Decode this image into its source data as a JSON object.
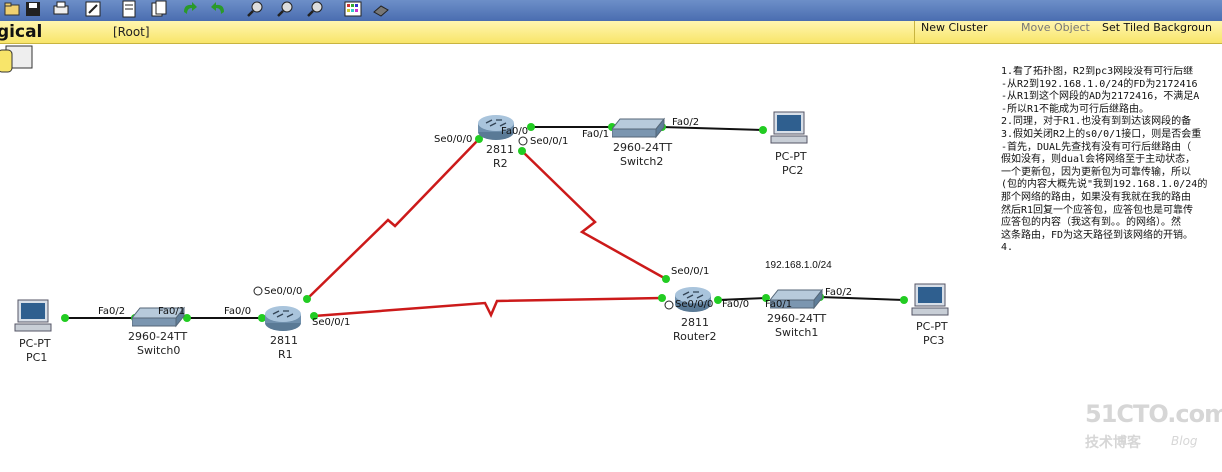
{
  "toolbar": {
    "icons": [
      "open-icon",
      "save-icon",
      "print-icon",
      "edit-icon",
      "pdu-icon",
      "copy-icon",
      "undo-icon",
      "redo-icon",
      "zoom-in-icon",
      "zoom-reset-icon",
      "zoom-out-icon",
      "palette-icon",
      "custom-device-icon"
    ]
  },
  "topbar": {
    "view_label": "gical",
    "root_label": "[Root]",
    "new_cluster": "New Cluster",
    "move_object": "Move Object",
    "set_tiled": "Set Tiled Backgroun"
  },
  "devices": {
    "r2": {
      "model": "2811",
      "name": "R2"
    },
    "switch2": {
      "model": "2960-24TT",
      "name": "Switch2"
    },
    "pc2": {
      "model": "PC-PT",
      "name": "PC2"
    },
    "r1": {
      "model": "2811",
      "name": "R1"
    },
    "switch0": {
      "model": "2960-24TT",
      "name": "Switch0"
    },
    "pc1": {
      "model": "PC-PT",
      "name": "PC1"
    },
    "router2": {
      "model": "2811",
      "name": "Router2"
    },
    "switch1": {
      "model": "2960-24TT",
      "name": "Switch1"
    },
    "pc3": {
      "model": "PC-PT",
      "name": "PC3"
    }
  },
  "ports": {
    "r2_se000": "Se0/0/0",
    "r2_fa00": "Fa0/0",
    "r2_se001": "Se0/0/1",
    "sw2_fa01": "Fa0/1",
    "sw2_fa02": "Fa0/2",
    "r1_se000": "Se0/0/0",
    "r1_fa00": "Fa0/0",
    "r1_se001": "Se0/0/1",
    "sw0_fa02": "Fa0/2",
    "sw0_fa01": "Fa0/1",
    "rt2_se001": "Se0/0/1",
    "rt2_se000": "Se0/0/0",
    "rt2_fa00": "Fa0/0",
    "sw1_fa01": "Fa0/1",
    "sw1_fa02": "Fa0/2"
  },
  "network_label": "192.168.1.0/24",
  "notes": [
    "1.看了拓扑图，R2到pc3网段没有可行后继",
    "-从R2到192.168.1.0/24的FD为2172416",
    "-从R1到这个网段的AD为2172416，不满足A",
    "-所以R1不能成为可行后继路由。",
    "2.同理，对于R1.也没有到到达该网段的备",
    "3.假如关闭R2上的s0/0/1接口，则是否会重",
    "-首先，DUAL先查找有没有可行后继路由（",
    "假如没有，则dual会将网络至于主动状态，",
    "一个更新包，因为更新包为可靠传输，所以",
    "(包的内容大概先说\"我到192.168.1.0/24的",
    "那个网络的路由，如果没有我就在我的路由",
    "然后R1回复一个应答包，应答包也是可靠传",
    "应答包的内容（我这有到。。的网络）。然",
    "这条路由，FD为这天路径到该网络的开销。",
    "4."
  ],
  "watermark": {
    "line1": "51CTO.com",
    "line2": "技术博客",
    "line3": "Blog"
  },
  "colors": {
    "serial_link": "#cc1a1a",
    "ethernet_link": "#111111",
    "link_up": "#22cc22",
    "toolbar": "#4a6db0",
    "topbar": "#f8e56a"
  }
}
